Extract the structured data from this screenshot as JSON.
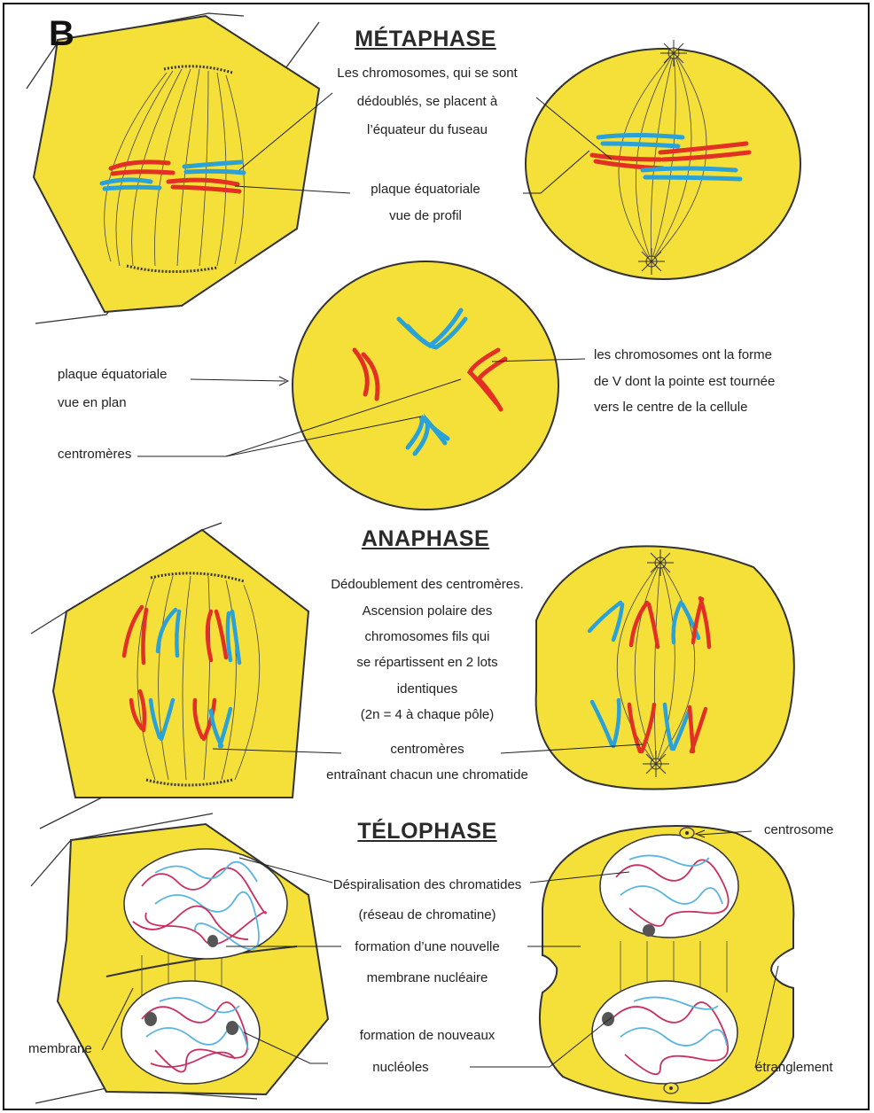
{
  "panel_letter": "B",
  "metaphase": {
    "title": "MÉTAPHASE",
    "desc": [
      "Les chromosomes, qui se sont",
      "dédoublés, se placent à",
      "l’équateur du fuseau"
    ],
    "plaque_profil": [
      "plaque équatoriale",
      "vue de profil"
    ],
    "plaque_plan": [
      "plaque équatoriale",
      "vue en plan"
    ],
    "centromeres": "centromères",
    "v_shape": [
      "les chromosomes ont la forme",
      "de V dont la pointe est tournée",
      "vers le centre de la cellule"
    ]
  },
  "anaphase": {
    "title": "ANAPHASE",
    "desc": [
      "Dédoublement des centromères.",
      "Ascension polaire des",
      "chromosomes fils qui",
      "se répartissent en 2 lots",
      "identiques",
      "(2n = 4 à chaque pôle)"
    ],
    "centromeres": [
      "centromères",
      "entraînant chacun une chromatide"
    ]
  },
  "telophase": {
    "title": "TÉLOPHASE",
    "centrosome": "centrosome",
    "despiralisation": [
      "Déspiralisation des chromatides",
      "(réseau de chromatine)"
    ],
    "membrane_nucleaire": [
      "formation d’une nouvelle",
      "membrane nucléaire"
    ],
    "nucleoles": [
      "formation de nouveaux",
      "nucléoles"
    ],
    "membrane": "membrane",
    "etranglement": "étranglement"
  },
  "colors": {
    "cytoplasm": "#f5e03a",
    "chromosome_red": "#e23024",
    "chromosome_blue": "#2aa2d8",
    "outline": "#333333",
    "nucleus": "#ffffff"
  }
}
